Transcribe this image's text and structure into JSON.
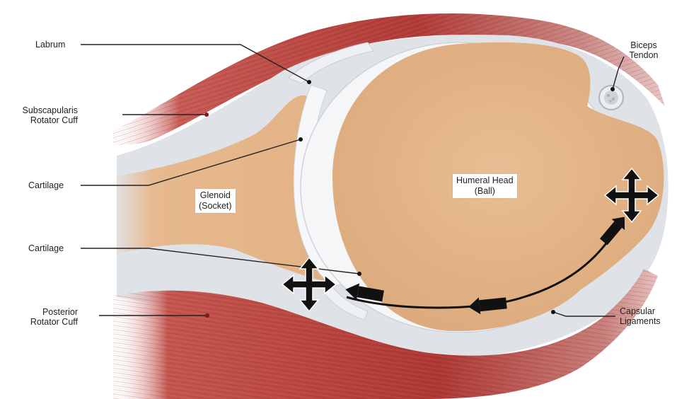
{
  "labels": {
    "labrum": "Labrum",
    "subscapularis_line1": "Subscapularis",
    "subscapularis_line2": "Rotator Cuff",
    "cartilage_upper": "Cartilage",
    "cartilage_lower": "Cartilage",
    "posterior_line1": "Posterior",
    "posterior_line2": "Rotator Cuff",
    "biceps_line1": "Biceps",
    "biceps_line2": "Tendon",
    "capsular_line1": "Capsular",
    "capsular_line2": "Ligaments",
    "glenoid_line1": "Glenoid",
    "glenoid_line2": "(Socket)",
    "humeral_line1": "Humeral Head",
    "humeral_line2": "(Ball)"
  },
  "colors": {
    "muscle": "#b7433f",
    "muscle_dark": "#8e2a27",
    "bone": "#e7b98e",
    "capsule": "#dde1e6",
    "cartilage": "#f7f8fa",
    "ink": "#111111"
  },
  "icons": [
    "move-arrows-icon",
    "move-arrows-icon",
    "direction-arrow-icon"
  ]
}
